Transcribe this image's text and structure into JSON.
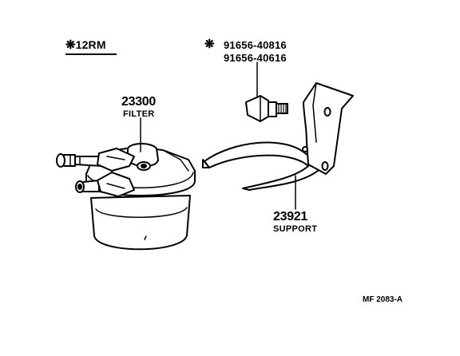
{
  "variant": {
    "mark": "❋",
    "code": "12RM"
  },
  "bolt": {
    "mark": "❋",
    "part_numbers": [
      "91656-40816",
      "91656-40616"
    ]
  },
  "filter": {
    "number": "23300",
    "name": "FILTER"
  },
  "support": {
    "number": "23921",
    "name": "SUPPORT"
  },
  "ref_code": "MF 2083-A",
  "colors": {
    "ink": "#000000",
    "paper": "#ffffff"
  }
}
